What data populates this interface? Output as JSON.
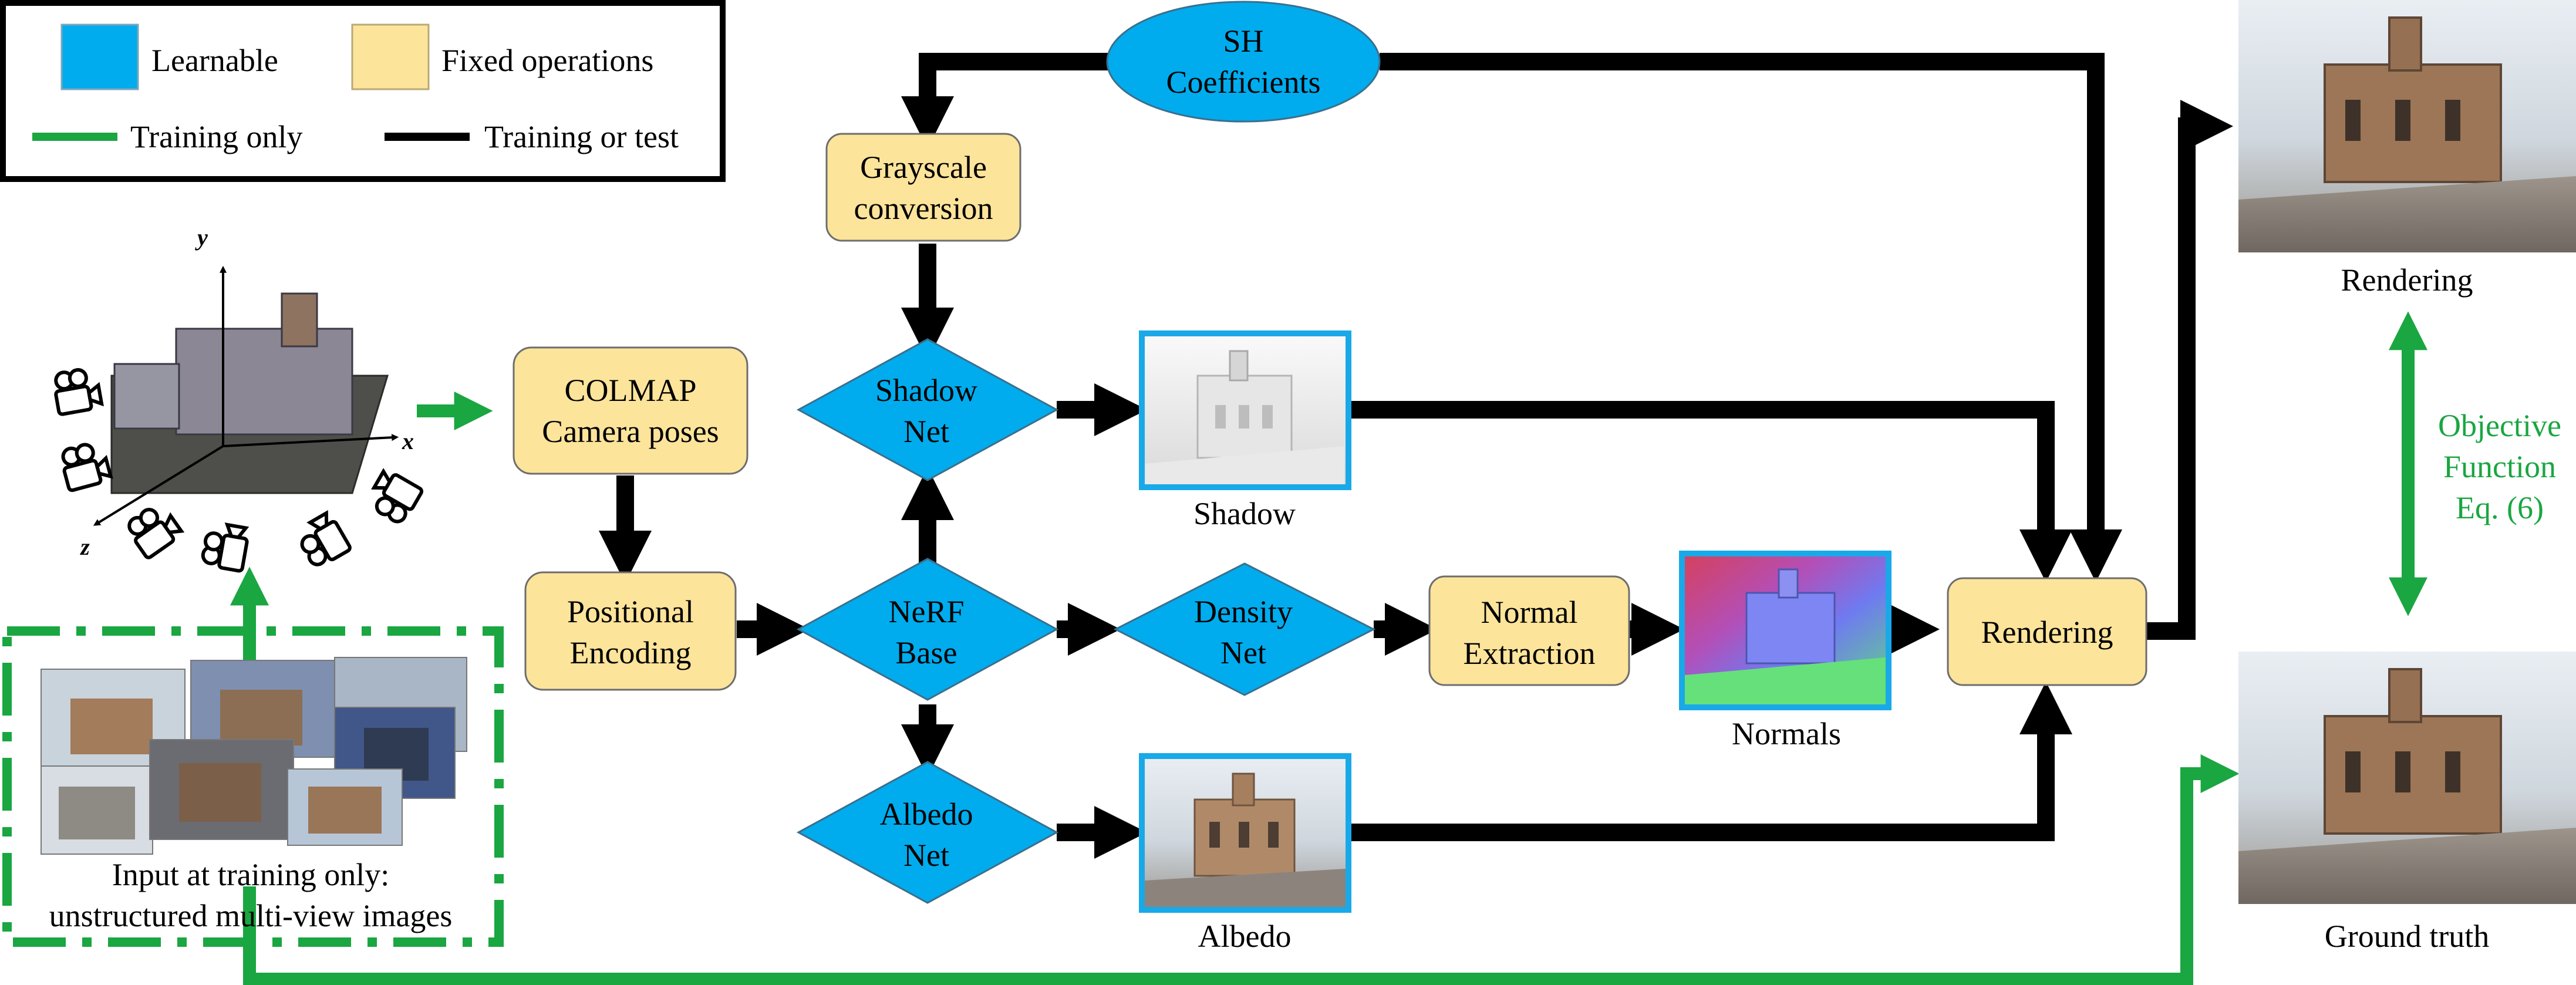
{
  "colors": {
    "learnable": "#00aced",
    "fixed": "#fde49b",
    "training_only": "#1aa641",
    "training_or_test": "#000000",
    "image_border": "#19a9e8"
  },
  "legend": {
    "learnable": "Learnable",
    "fixed": "Fixed operations",
    "training_only": "Training only",
    "training_or_test": "Training or test"
  },
  "nodes": {
    "sh": "SH\nCoefficients",
    "grayscale": "Grayscale\nconversion",
    "colmap": "COLMAP\nCamera poses",
    "positional": "Positional\nEncoding",
    "shadow_net": "Shadow\nNet",
    "nerf_base": "NeRF\nBase",
    "density_net": "Density\nNet",
    "albedo_net": "Albedo\nNet",
    "normal_extraction": "Normal\nExtraction",
    "rendering": "Rendering"
  },
  "images": {
    "shadow": "Shadow",
    "normals": "Normals",
    "albedo": "Albedo",
    "rendering_out": "Rendering",
    "ground_truth": "Ground truth"
  },
  "input": {
    "caption": "Input at training only:\nunstructured multi-view images"
  },
  "axes": {
    "x": "x",
    "y": "y",
    "z": "z"
  },
  "objective": "Objective\nFunction\nEq. (6)"
}
